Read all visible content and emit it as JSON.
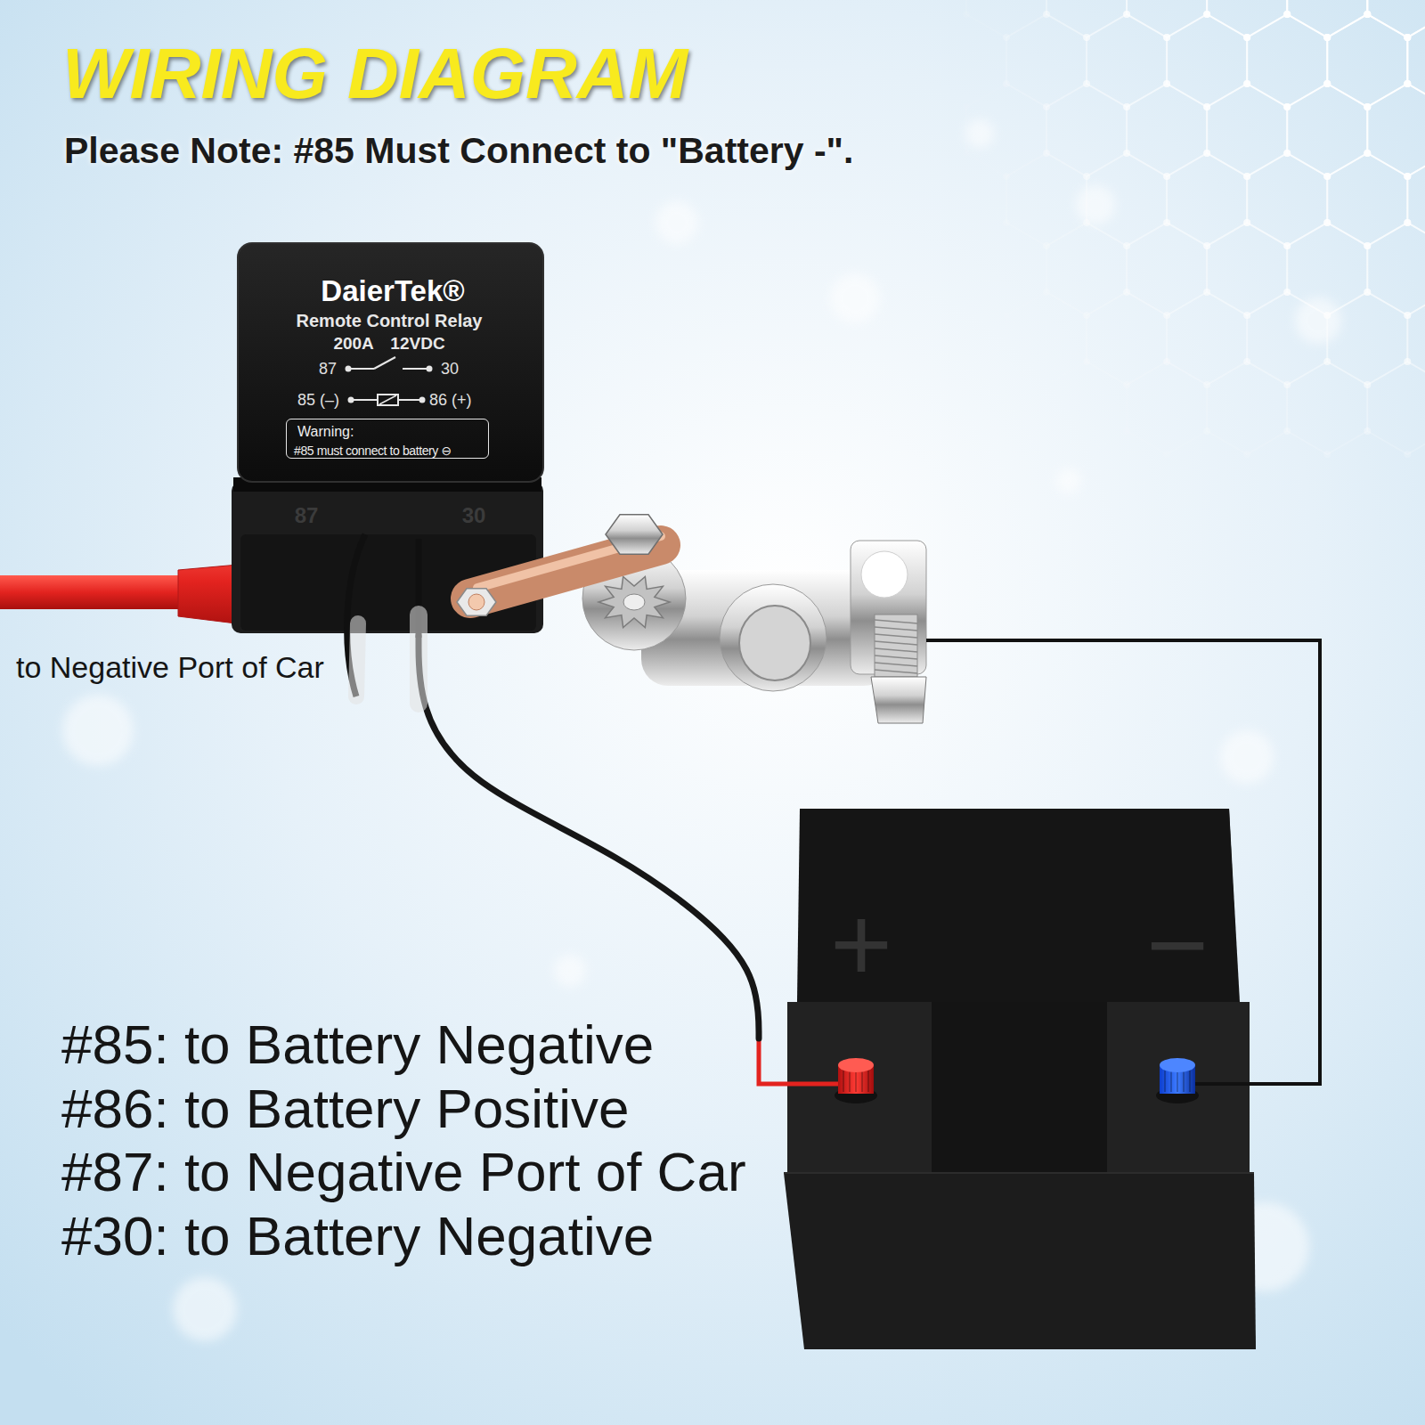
{
  "diagram": {
    "title": "WIRING DIAGRAM",
    "nodes": [
      {
        "text": [
          "DaierTek®",
          "Remote Control Relay",
          "200A 12VDC",
          "87",
          "30",
          "85 (–)",
          "86 (+)"
        ]
      },
      {
        "text": [
          "Warning:",
          "#85 must connect to battery ⊖"
        ],
        "in": 0
      },
      {
        "text": [
          "+",
          "−"
        ]
      }
    ],
    "edges": [
      {
        "from": 0,
        "to": 2,
        "arrow": "none"
      }
    ],
    "labels": [
      "Please Note: #85 Must Connect to \"Battery -\".",
      "87",
      "30",
      "to Negative Port of Car",
      "#85: to Battery Negative",
      "#86: to Battery Positive",
      "#87: to Negative Port of Car",
      "#30: to Battery Negative"
    ]
  }
}
